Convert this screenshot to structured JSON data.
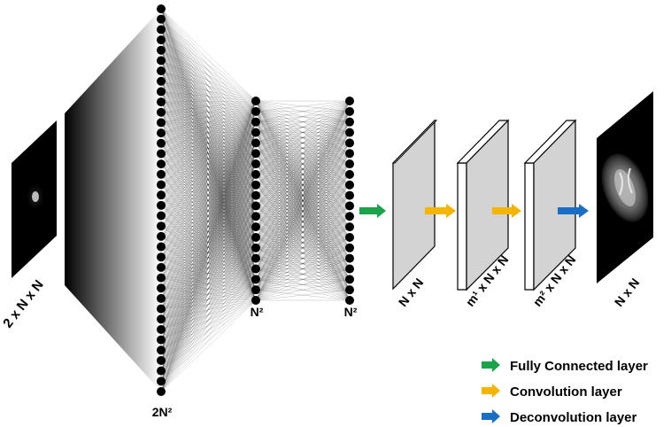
{
  "labels": {
    "input": "2 x N x N",
    "layer1": "2N²",
    "layer2": "N²",
    "layer3": "N²",
    "fmap1": "N x N",
    "fmap2": "m¹ x N x N",
    "fmap3": "m² x N x N",
    "output": "N x N"
  },
  "legend": [
    {
      "label": "Fully Connected layer",
      "color": "#1aa34a",
      "icon": "arrow-right-icon"
    },
    {
      "label": "Convolution layer",
      "color": "#f5b400",
      "icon": "arrow-right-icon"
    },
    {
      "label": "Deconvolution layer",
      "color": "#1a6fc4",
      "icon": "arrow-right-icon"
    }
  ],
  "colors": {
    "fully_connected": "#1aa34a",
    "convolution": "#f5b400",
    "deconvolution": "#1a6fc4",
    "node": "#000000",
    "panel": "#d3d3d3"
  }
}
